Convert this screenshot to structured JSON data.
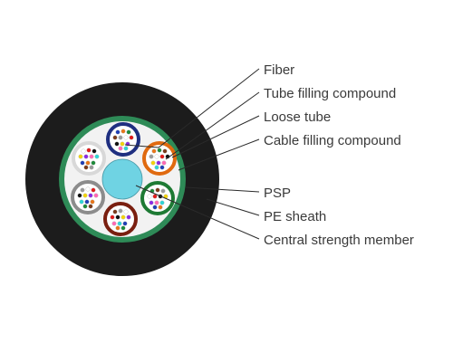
{
  "labels": {
    "fiber": "Fiber",
    "tube_filling_compound": "Tube filling compound",
    "loose_tube": "Loose tube",
    "cable_filling_compound": "Cable filling compound",
    "psp": "PSP",
    "pe_sheath": "PE sheath",
    "central_strength_member": "Central strength member"
  },
  "colors": {
    "pe_sheath": "#1c1c1c",
    "psp_ring": "#2e8b57",
    "cable_filling": "#f2f2f2",
    "central_strength_member": "#6fd3e3",
    "tube_navy": "#1f2f80",
    "tube_orange": "#e06a10",
    "tube_green": "#1e7a34",
    "tube_brown": "#7a1f10",
    "tube_grey": "#8c8c8c",
    "tube_white": "#d8d8d8"
  },
  "loose_tube_colors": [
    "navy",
    "orange",
    "green",
    "brown",
    "grey",
    "white"
  ],
  "fiber_colors": [
    "#1f3fb5",
    "#e8761a",
    "#1e8a3a",
    "#7a3b1b",
    "#9a9a9a",
    "#ffffff",
    "#e01b1b",
    "#111111",
    "#f2d30c",
    "#8a2be2",
    "#ff69b4",
    "#2fd4d4"
  ]
}
